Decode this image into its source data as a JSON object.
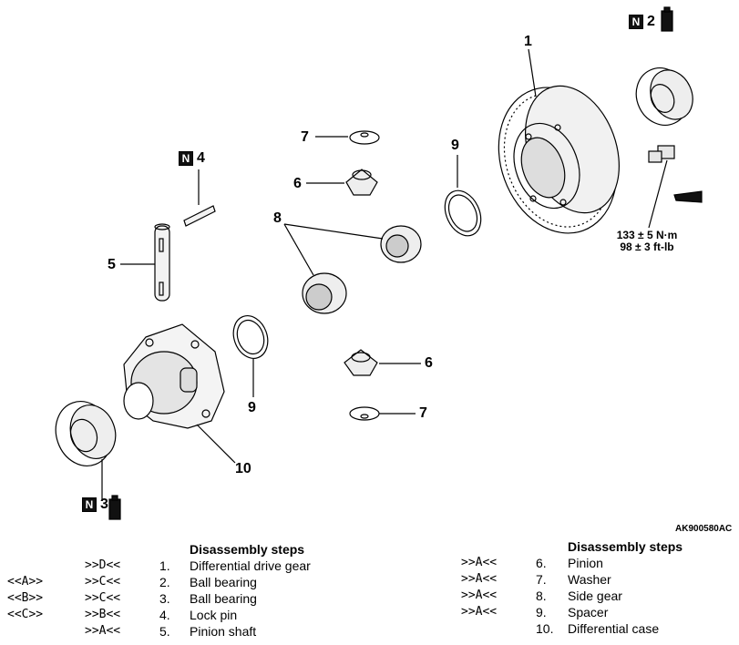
{
  "callouts": {
    "n1": "1",
    "n2": "2",
    "n3": "3",
    "n4": "4",
    "n5": "5",
    "n6a": "6",
    "n6b": "6",
    "n7a": "7",
    "n7b": "7",
    "n8": "8",
    "n9a": "9",
    "n9b": "9",
    "n10": "10"
  },
  "badge_letter": "N",
  "torque": {
    "line1": "133 ± 5 N·m",
    "line2": "98 ± 3 ft-lb"
  },
  "figure_code": "AK900580AC",
  "steps_left": {
    "heading": "Disassembly steps",
    "rows": [
      {
        "a": "",
        "b": ">>D<<",
        "num": "1.",
        "text": "Differential drive gear"
      },
      {
        "a": "<<A>>",
        "b": ">>C<<",
        "num": "2.",
        "text": "Ball bearing"
      },
      {
        "a": "<<B>>",
        "b": ">>C<<",
        "num": "3.",
        "text": "Ball bearing"
      },
      {
        "a": "<<C>>",
        "b": ">>B<<",
        "num": "4.",
        "text": "Lock pin"
      },
      {
        "a": "",
        "b": ">>A<<",
        "num": "5.",
        "text": "Pinion shaft"
      }
    ]
  },
  "steps_right": {
    "heading": "Disassembly steps",
    "rows": [
      {
        "a": ">>A<<",
        "num": "6.",
        "text": "Pinion"
      },
      {
        "a": ">>A<<",
        "num": "7.",
        "text": "Washer"
      },
      {
        "a": ">>A<<",
        "num": "8.",
        "text": "Side gear"
      },
      {
        "a": ">>A<<",
        "num": "9.",
        "text": "Spacer"
      },
      {
        "a": "",
        "num": "10.",
        "text": "Differential case"
      }
    ]
  }
}
